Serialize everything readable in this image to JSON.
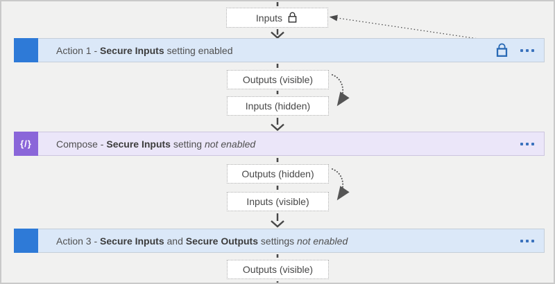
{
  "colors": {
    "canvas_bg": "#f1f1f0",
    "canvas_border": "#c9c9c9",
    "action_bar_bg": "#dbe8f8",
    "action_icon_blue": "#2e7ad7",
    "compose_bar_bg": "#ebe6f9",
    "compose_icon_purple": "#8a66d9",
    "accent_blue": "#3a72bd",
    "connector_gray": "#474747"
  },
  "top_node": {
    "label": "Inputs"
  },
  "bars": [
    {
      "id": "action1",
      "segments": [
        {
          "text": "Action 1 - "
        },
        {
          "text": "Secure Inputs"
        },
        {
          "text": " setting enabled"
        }
      ]
    },
    {
      "id": "compose",
      "icon_glyph": "{/}",
      "segments": [
        {
          "text": "Compose - "
        },
        {
          "text": "Secure Inputs"
        },
        {
          "text": " setting "
        },
        {
          "text": "not enabled"
        }
      ]
    },
    {
      "id": "action3",
      "segments": [
        {
          "text": "Action 3 - "
        },
        {
          "text": "Secure Inputs"
        },
        {
          "text": " and "
        },
        {
          "text": "Secure Outputs"
        },
        {
          "text": " settings "
        },
        {
          "text": "not enabled"
        }
      ]
    }
  ],
  "io_boxes": {
    "pair1_top": "Outputs (visible)",
    "pair1_bottom": "Inputs (hidden)",
    "pair2_top": "Outputs (hidden)",
    "pair2_bottom": "Inputs (visible)",
    "bottom": "Outputs (visible)"
  }
}
